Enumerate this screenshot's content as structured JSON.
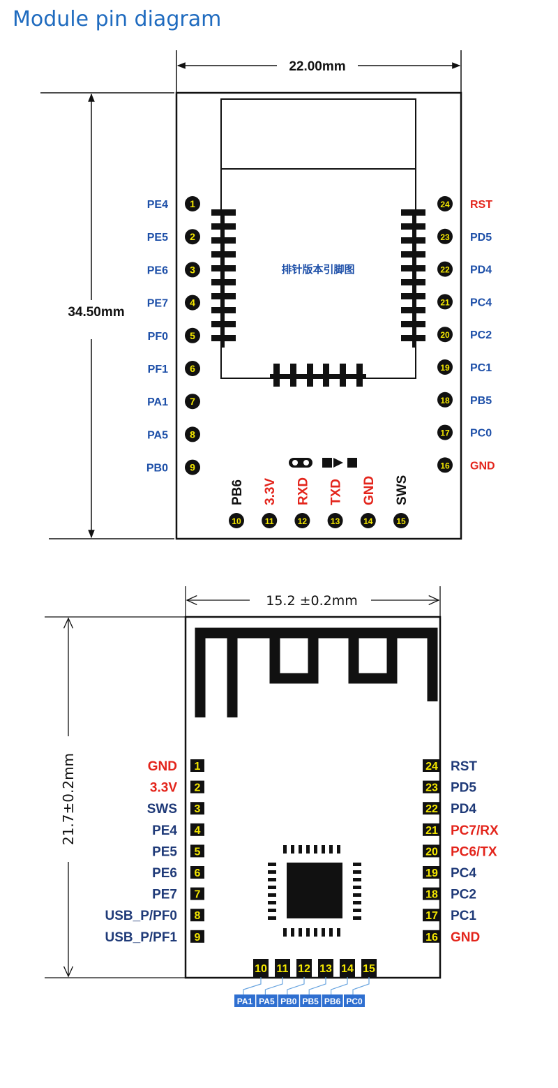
{
  "title": "Module pin diagram",
  "colors": {
    "blue_label": "#1d4fa8",
    "navy_label": "#1f3a78",
    "red_label": "#e3241b",
    "pin_badge_fill": "#111111",
    "pin_badge_number": "#f3e600",
    "pad_fill": "#111111",
    "tag_fill": "#2f6fd0"
  },
  "icons": {
    "circle_badge": "numbered-circle-pin-icon",
    "square_badge": "numbered-square-pin-icon",
    "antenna": "pcb-antenna-icon",
    "chip": "qfn-chip-icon"
  },
  "top_module": {
    "width_label": "22.00mm",
    "height_label": "34.50mm",
    "center_label": "排针版本引脚图",
    "left_pins": [
      {
        "num": "1",
        "name": "PE4"
      },
      {
        "num": "2",
        "name": "PE5"
      },
      {
        "num": "3",
        "name": "PE6"
      },
      {
        "num": "4",
        "name": "PE7"
      },
      {
        "num": "5",
        "name": "PF0"
      },
      {
        "num": "6",
        "name": "PF1"
      },
      {
        "num": "7",
        "name": "PA1"
      },
      {
        "num": "8",
        "name": "PA5"
      },
      {
        "num": "9",
        "name": "PB0"
      }
    ],
    "right_pins": [
      {
        "num": "24",
        "name": "RST",
        "color": "red"
      },
      {
        "num": "23",
        "name": "PD5",
        "color": "blue"
      },
      {
        "num": "22",
        "name": "PD4",
        "color": "blue"
      },
      {
        "num": "21",
        "name": "PC4",
        "color": "blue"
      },
      {
        "num": "20",
        "name": "PC2",
        "color": "blue"
      },
      {
        "num": "19",
        "name": "PC1",
        "color": "blue"
      },
      {
        "num": "18",
        "name": "PB5",
        "color": "blue"
      },
      {
        "num": "17",
        "name": "PC0",
        "color": "blue"
      },
      {
        "num": "16",
        "name": "GND",
        "color": "red"
      }
    ],
    "bottom_pins": [
      {
        "num": "10",
        "name": "PB6",
        "color": "black"
      },
      {
        "num": "11",
        "name": "3.3V",
        "color": "red"
      },
      {
        "num": "12",
        "name": "RXD",
        "color": "red"
      },
      {
        "num": "13",
        "name": "TXD",
        "color": "red"
      },
      {
        "num": "14",
        "name": "GND",
        "color": "red"
      },
      {
        "num": "15",
        "name": "SWS",
        "color": "black"
      }
    ]
  },
  "bottom_module": {
    "width_label": "15.2 ±0.2mm",
    "height_label": "21.7±0.2mm",
    "left_pins": [
      {
        "num": "1",
        "name": "GND",
        "color": "red"
      },
      {
        "num": "2",
        "name": "3.3V",
        "color": "red"
      },
      {
        "num": "3",
        "name": "SWS",
        "color": "navy"
      },
      {
        "num": "4",
        "name": "PE4",
        "color": "navy"
      },
      {
        "num": "5",
        "name": "PE5",
        "color": "navy"
      },
      {
        "num": "6",
        "name": "PE6",
        "color": "navy"
      },
      {
        "num": "7",
        "name": "PE7",
        "color": "navy"
      },
      {
        "num": "8",
        "name": "USB_P/PF0",
        "color": "navy"
      },
      {
        "num": "9",
        "name": "USB_P/PF1",
        "color": "navy"
      }
    ],
    "right_pins": [
      {
        "num": "24",
        "name": "RST",
        "color": "navy"
      },
      {
        "num": "23",
        "name": "PD5",
        "color": "navy"
      },
      {
        "num": "22",
        "name": "PD4",
        "color": "navy"
      },
      {
        "num": "21",
        "name": "PC7/RX",
        "color": "red"
      },
      {
        "num": "20",
        "name": "PC6/TX",
        "color": "red"
      },
      {
        "num": "19",
        "name": "PC4",
        "color": "navy"
      },
      {
        "num": "18",
        "name": "PC2",
        "color": "navy"
      },
      {
        "num": "17",
        "name": "PC1",
        "color": "navy"
      },
      {
        "num": "16",
        "name": "GND",
        "color": "red"
      }
    ],
    "bottom_pins": [
      {
        "num": "10",
        "name": "PA1"
      },
      {
        "num": "11",
        "name": "PA5"
      },
      {
        "num": "12",
        "name": "PB0"
      },
      {
        "num": "13",
        "name": "PB5"
      },
      {
        "num": "14",
        "name": "PB6"
      },
      {
        "num": "15",
        "name": "PC0"
      }
    ]
  }
}
